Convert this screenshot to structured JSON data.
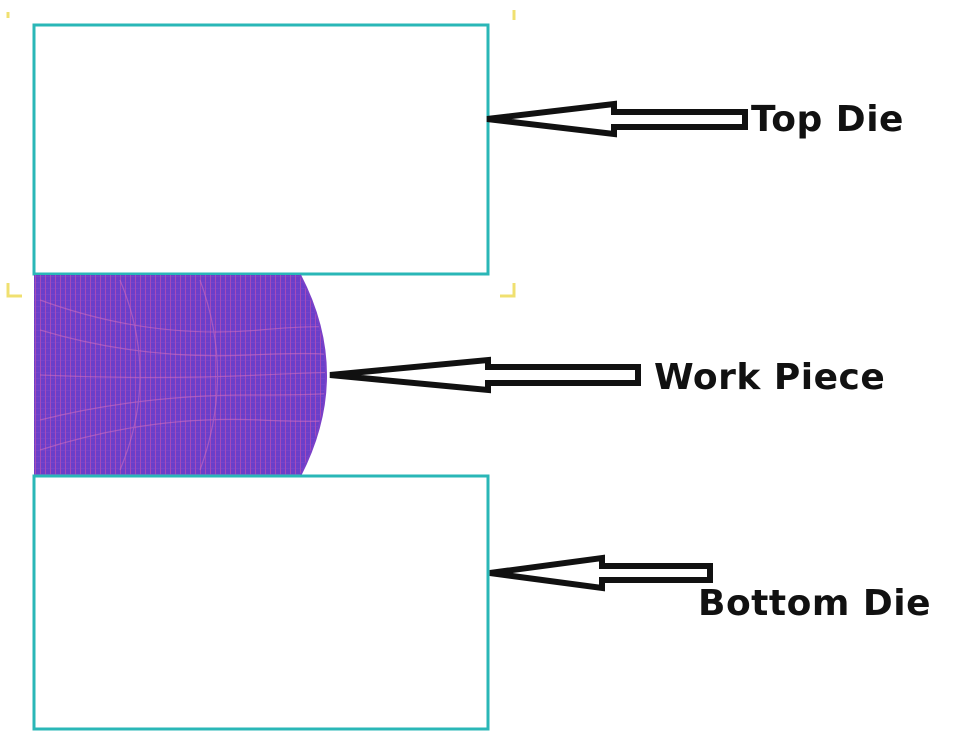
{
  "labels": {
    "top_die": "Top Die",
    "work_piece": "Work Piece",
    "bottom_die": "Bottom Die"
  },
  "colors": {
    "die_outline": "#2ab7b7",
    "work_piece_fill": "#6a3fc9",
    "work_piece_mesh": "#c04fb0",
    "selection_corner": "#f0e070",
    "arrow": "#111111"
  }
}
